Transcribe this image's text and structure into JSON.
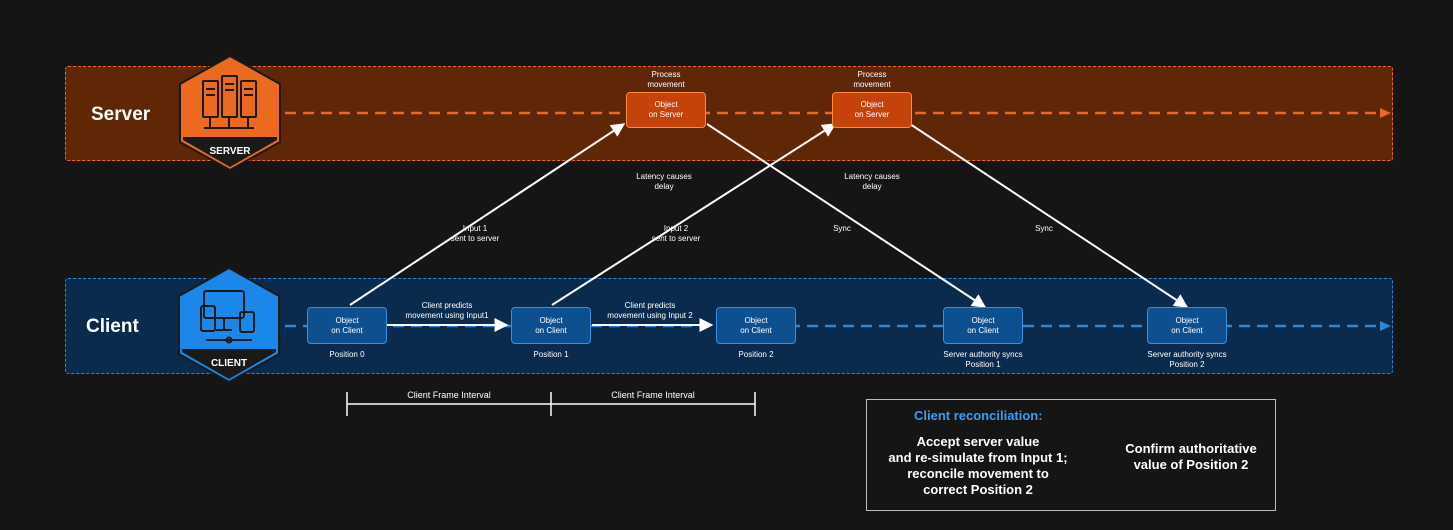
{
  "lanes": {
    "server": {
      "label": "Server",
      "badge_label": "SERVER",
      "icon": "server-rack-icon",
      "color": "#ec6a1f"
    },
    "client": {
      "label": "Client",
      "badge_label": "CLIENT",
      "icon": "desktop-devices-icon",
      "color": "#2f86d8"
    }
  },
  "server_nodes": [
    {
      "line1": "Object",
      "line2": "on Server",
      "caption_line1": "Process",
      "caption_line2": "movement"
    },
    {
      "line1": "Object",
      "line2": "on Server",
      "caption_line1": "Process",
      "caption_line2": "movement"
    }
  ],
  "client_nodes": [
    {
      "line1": "Object",
      "line2": "on Client",
      "caption_line1": "Position 0",
      "caption_line2": ""
    },
    {
      "line1": "Object",
      "line2": "on Client",
      "caption_line1": "Position 1",
      "caption_line2": ""
    },
    {
      "line1": "Object",
      "line2": "on Client",
      "caption_line1": "Position 2",
      "caption_line2": ""
    },
    {
      "line1": "Object",
      "line2": "on Client",
      "caption_line1": "Server authority syncs",
      "caption_line2": "Position 1"
    },
    {
      "line1": "Object",
      "line2": "on Client",
      "caption_line1": "Server authority syncs",
      "caption_line2": "Position 2"
    }
  ],
  "arrow_labels": {
    "input1": {
      "line1": "Input 1",
      "line2": "sent to server"
    },
    "input2": {
      "line1": "Input 2",
      "line2": "sent to server"
    },
    "latency1": {
      "line1": "Latency causes",
      "line2": "delay"
    },
    "latency2": {
      "line1": "Latency causes",
      "line2": "delay"
    },
    "sync1": "Sync",
    "sync2": "Sync",
    "predict1": {
      "line1": "Client predicts",
      "line2": "movement using Input1"
    },
    "predict2": {
      "line1": "Client predicts",
      "line2": "movement using Input 2"
    }
  },
  "intervals": [
    "Client Frame Interval",
    "Client Frame Interval"
  ],
  "reconciliation": {
    "title": "Client reconciliation:",
    "left_lines": [
      "Accept server value",
      "and re-simulate from Input 1;",
      "reconcile movement to",
      "correct Position 2"
    ],
    "right_lines": [
      "Confirm authoritative",
      "value of Position 2"
    ]
  }
}
